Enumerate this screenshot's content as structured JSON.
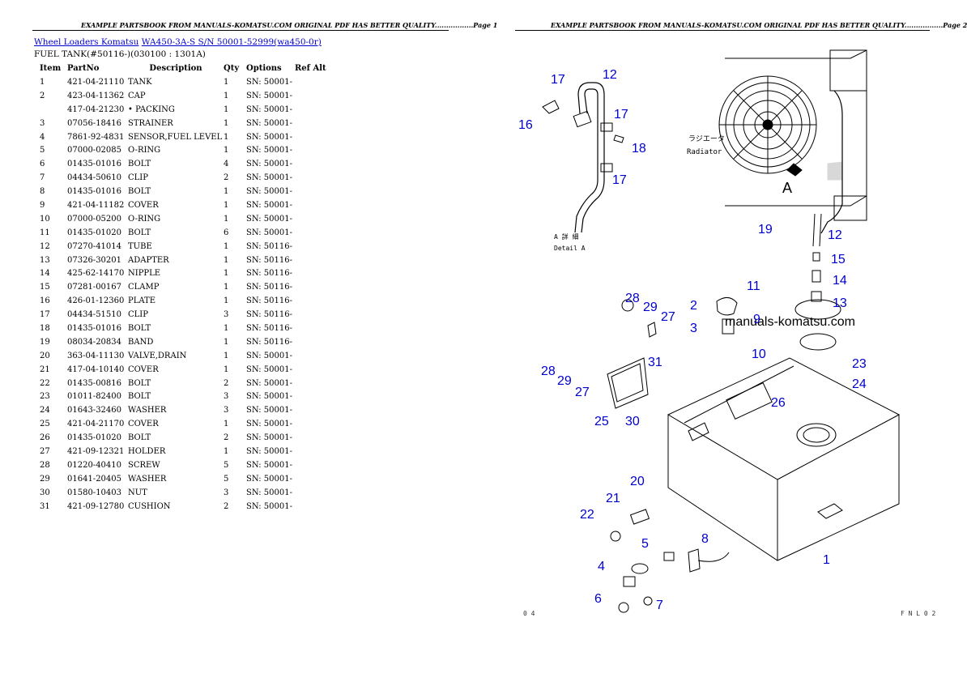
{
  "header": {
    "page1": "EXAMPLE PARTSBOOK FROM MANUALS-KOMATSU.COM ORIGINAL PDF HAS BETTER QUALITY.................Page 1",
    "page2": "EXAMPLE PARTSBOOK FROM MANUALS-KOMATSU.COM ORIGINAL PDF HAS BETTER QUALITY.................Page 2"
  },
  "breadcrumb": {
    "link1": "Wheel Loaders Komatsu",
    "link2": "WA450-3A-S S/N 50001-52999(wa450-0r)"
  },
  "subtitle": "FUEL TANK(#50116-)(030100 : 1301A)",
  "table": {
    "columns": [
      "Item",
      "PartNo",
      "Description",
      "Qty",
      "Options",
      "Ref Alt"
    ],
    "rows": [
      [
        "1",
        "421-04-21110",
        "TANK",
        "1",
        "SN: 50001-",
        ""
      ],
      [
        "2",
        "423-04-11362",
        "CAP",
        "1",
        "SN: 50001-",
        ""
      ],
      [
        "",
        "417-04-21230",
        "• PACKING",
        "1",
        "SN: 50001-",
        ""
      ],
      [
        "3",
        "07056-18416",
        "STRAINER",
        "1",
        "SN: 50001-",
        ""
      ],
      [
        "4",
        "7861-92-4831",
        "SENSOR,FUEL LEVEL",
        "1",
        "SN: 50001-",
        ""
      ],
      [
        "5",
        "07000-02085",
        "O-RING",
        "1",
        "SN: 50001-",
        ""
      ],
      [
        "6",
        "01435-01016",
        "BOLT",
        "4",
        "SN: 50001-",
        ""
      ],
      [
        "7",
        "04434-50610",
        "CLIP",
        "2",
        "SN: 50001-",
        ""
      ],
      [
        "8",
        "01435-01016",
        "BOLT",
        "1",
        "SN: 50001-",
        ""
      ],
      [
        "9",
        "421-04-11182",
        "COVER",
        "1",
        "SN: 50001-",
        ""
      ],
      [
        "10",
        "07000-05200",
        "O-RING",
        "1",
        "SN: 50001-",
        ""
      ],
      [
        "11",
        "01435-01020",
        "BOLT",
        "6",
        "SN: 50001-",
        ""
      ],
      [
        "12",
        "07270-41014",
        "TUBE",
        "1",
        "SN: 50116-",
        ""
      ],
      [
        "13",
        "07326-30201",
        "ADAPTER",
        "1",
        "SN: 50116-",
        ""
      ],
      [
        "14",
        "425-62-14170",
        "NIPPLE",
        "1",
        "SN: 50116-",
        ""
      ],
      [
        "15",
        "07281-00167",
        "CLAMP",
        "1",
        "SN: 50116-",
        ""
      ],
      [
        "16",
        "426-01-12360",
        "PLATE",
        "1",
        "SN: 50116-",
        ""
      ],
      [
        "17",
        "04434-51510",
        "CLIP",
        "3",
        "SN: 50116-",
        ""
      ],
      [
        "18",
        "01435-01016",
        "BOLT",
        "1",
        "SN: 50116-",
        ""
      ],
      [
        "19",
        "08034-20834",
        "BAND",
        "1",
        "SN: 50116-",
        ""
      ],
      [
        "20",
        "363-04-11130",
        "VALVE,DRAIN",
        "1",
        "SN: 50001-",
        ""
      ],
      [
        "21",
        "417-04-10140",
        "COVER",
        "1",
        "SN: 50001-",
        ""
      ],
      [
        "22",
        "01435-00816",
        "BOLT",
        "2",
        "SN: 50001-",
        ""
      ],
      [
        "23",
        "01011-82400",
        "BOLT",
        "3",
        "SN: 50001-",
        ""
      ],
      [
        "24",
        "01643-32460",
        "WASHER",
        "3",
        "SN: 50001-",
        ""
      ],
      [
        "25",
        "421-04-21170",
        "COVER",
        "1",
        "SN: 50001-",
        ""
      ],
      [
        "26",
        "01435-01020",
        "BOLT",
        "2",
        "SN: 50001-",
        ""
      ],
      [
        "27",
        "421-09-12321",
        "HOLDER",
        "1",
        "SN: 50001-",
        ""
      ],
      [
        "28",
        "01220-40410",
        "SCREW",
        "5",
        "SN: 50001-",
        ""
      ],
      [
        "29",
        "01641-20405",
        "WASHER",
        "5",
        "SN: 50001-",
        ""
      ],
      [
        "30",
        "01580-10403",
        "NUT",
        "3",
        "SN: 50001-",
        ""
      ],
      [
        "31",
        "421-09-12780",
        "CUSHION",
        "2",
        "SN: 50001-",
        ""
      ]
    ]
  },
  "diagram": {
    "watermark": "manuals-komatsu.com",
    "radiator_label_jp": "ラジエータ",
    "radiator_label": "Radiator",
    "detail_ref": "A",
    "detail_label_jp": "A 詳 細",
    "detail_label": "Detail A",
    "callouts": [
      "1",
      "2",
      "3",
      "4",
      "5",
      "6",
      "7",
      "8",
      "9",
      "10",
      "11",
      "12",
      "12",
      "13",
      "14",
      "15",
      "16",
      "17",
      "17",
      "17",
      "18",
      "19",
      "20",
      "21",
      "22",
      "23",
      "24",
      "25",
      "26",
      "27",
      "27",
      "28",
      "28",
      "29",
      "29",
      "30",
      "31"
    ],
    "footer_left": "0 4",
    "footer_right": "F N L 0 2"
  },
  "colors": {
    "link": "#0000cc",
    "callout": "#0000cc"
  }
}
